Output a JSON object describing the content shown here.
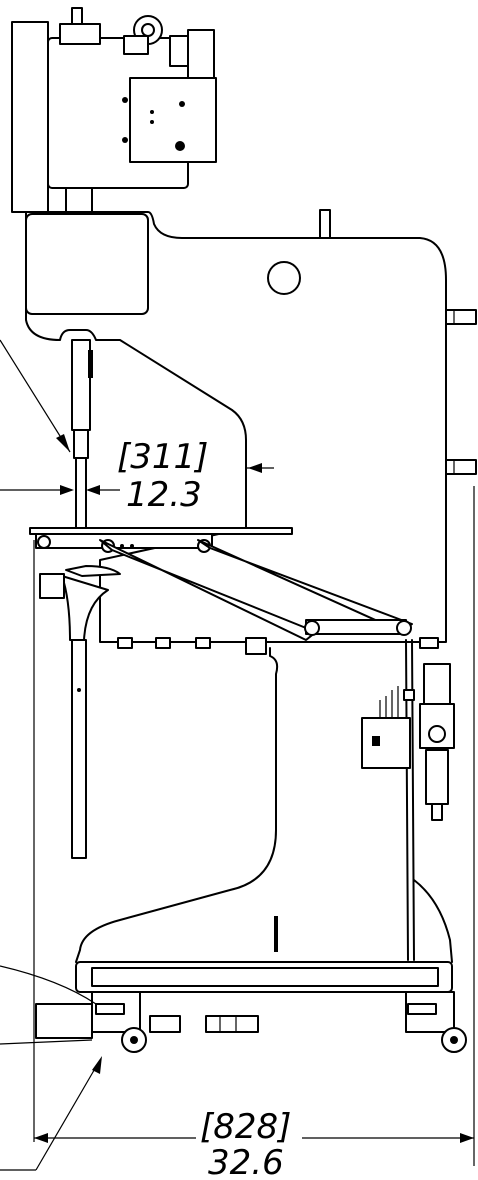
{
  "dimensions": {
    "throat_depth": {
      "metric": "[311]",
      "imperial": "12.3"
    },
    "base_depth": {
      "metric": "[828]",
      "imperial": "32.6"
    }
  }
}
